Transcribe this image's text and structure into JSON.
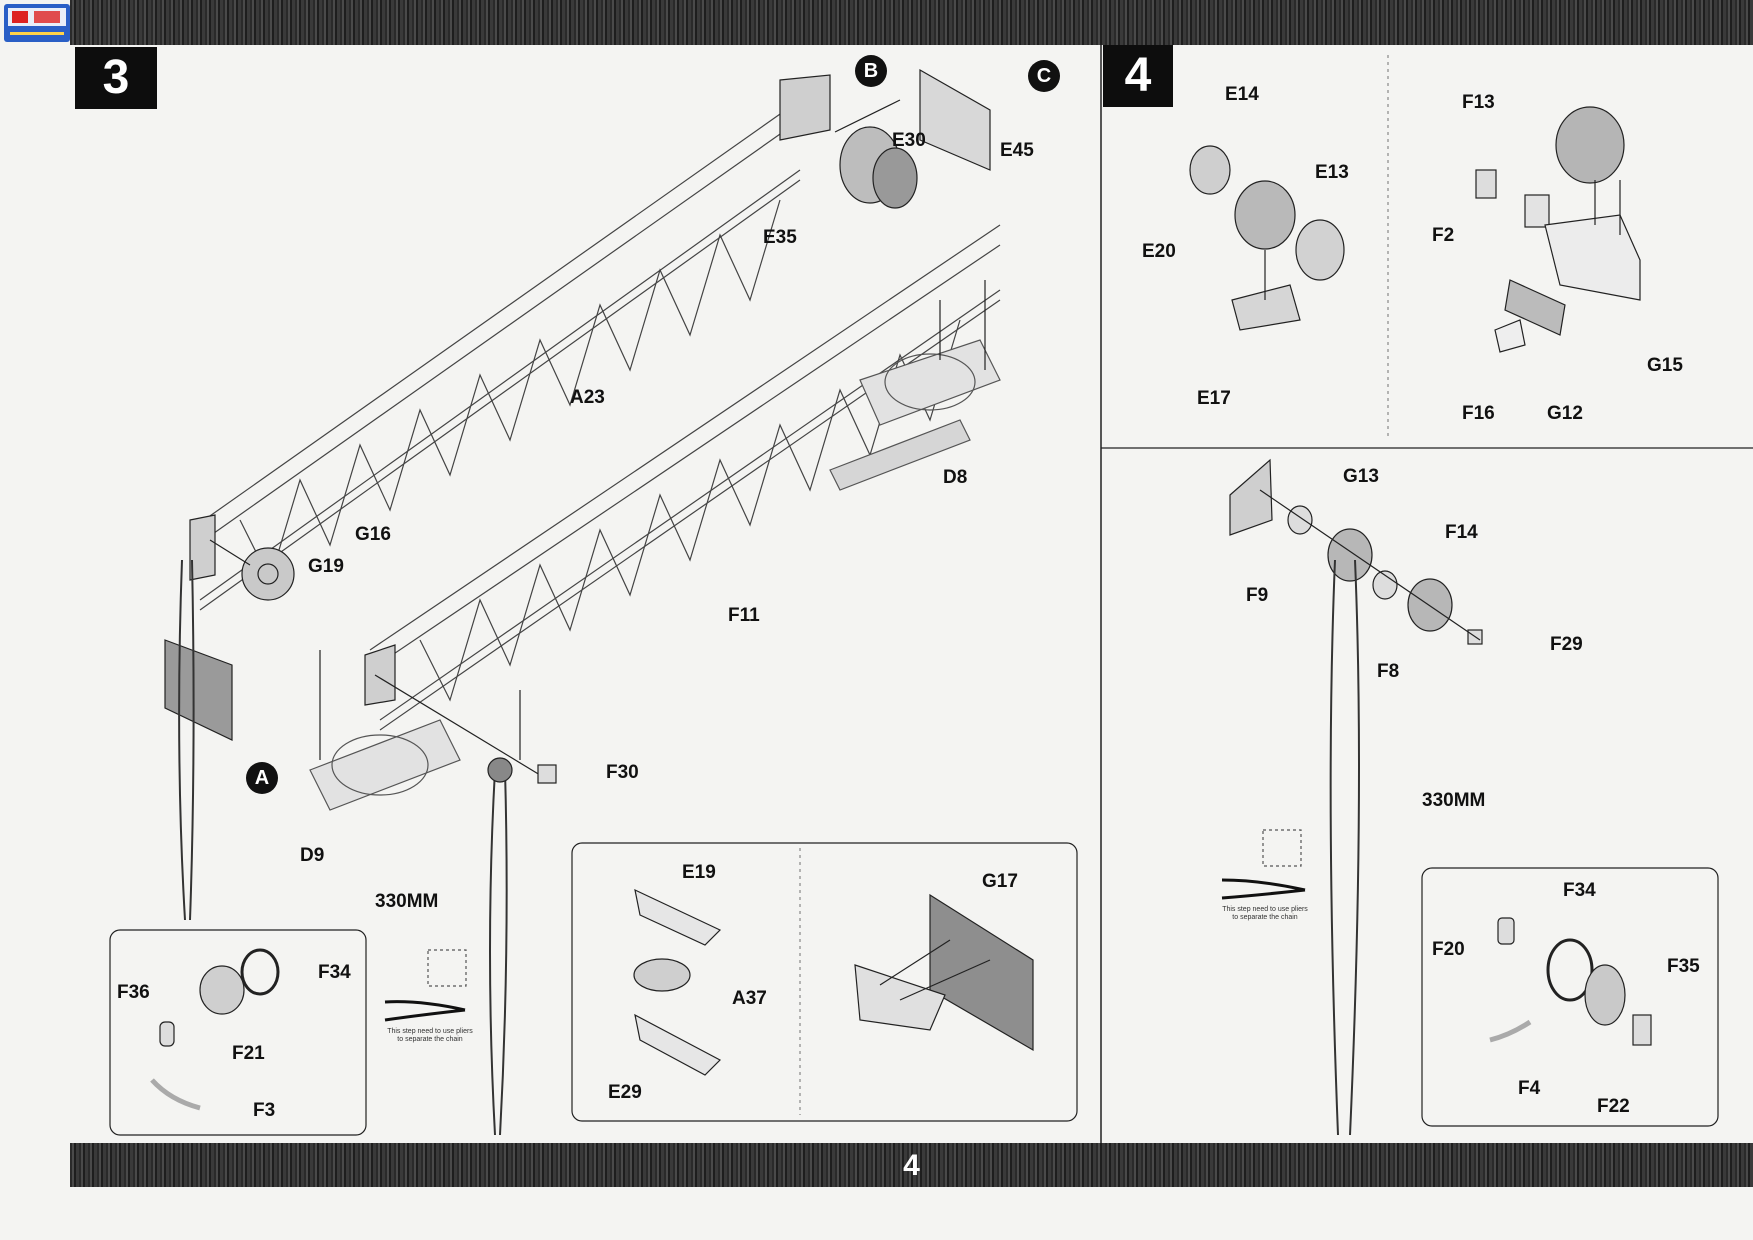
{
  "page": {
    "number": "4"
  },
  "step3": {
    "number": "3",
    "callouts": {
      "a": "A",
      "b": "B",
      "c": "C"
    },
    "labels": {
      "e30": "E30",
      "e45": "E45",
      "e35": "E35",
      "a23": "A23",
      "d8": "D8",
      "g16": "G16",
      "g19": "G19",
      "f11": "F11",
      "f30": "F30",
      "d9": "D9",
      "chain": "330MM"
    },
    "inset_left": {
      "f36": "F36",
      "f34": "F34",
      "f21": "F21",
      "f3": "F3"
    },
    "inset_right": {
      "e19": "E19",
      "a37": "A37",
      "e29": "E29",
      "g17": "G17"
    },
    "pliers_note": "This step need to use pliers to separate the chain"
  },
  "step4": {
    "number": "4",
    "labels": {
      "e14": "E14",
      "e13": "E13",
      "e20": "E20",
      "e17": "E17",
      "f13": "F13",
      "f2": "F2",
      "g15": "G15",
      "f16": "F16",
      "g12": "G12",
      "g13": "G13",
      "f9": "F9",
      "f14": "F14",
      "f8": "F8",
      "f29": "F29",
      "chain": "330MM"
    },
    "inset": {
      "f34": "F34",
      "f20": "F20",
      "f35": "F35",
      "f4": "F4",
      "f22": "F22"
    },
    "pliers_note": "This step need to use pliers to separate the chain"
  },
  "colors": {
    "ink": "#111111",
    "band": "#2a2a2a",
    "paper": "#f4f4f2",
    "part_gray": "#bdbdbd"
  }
}
